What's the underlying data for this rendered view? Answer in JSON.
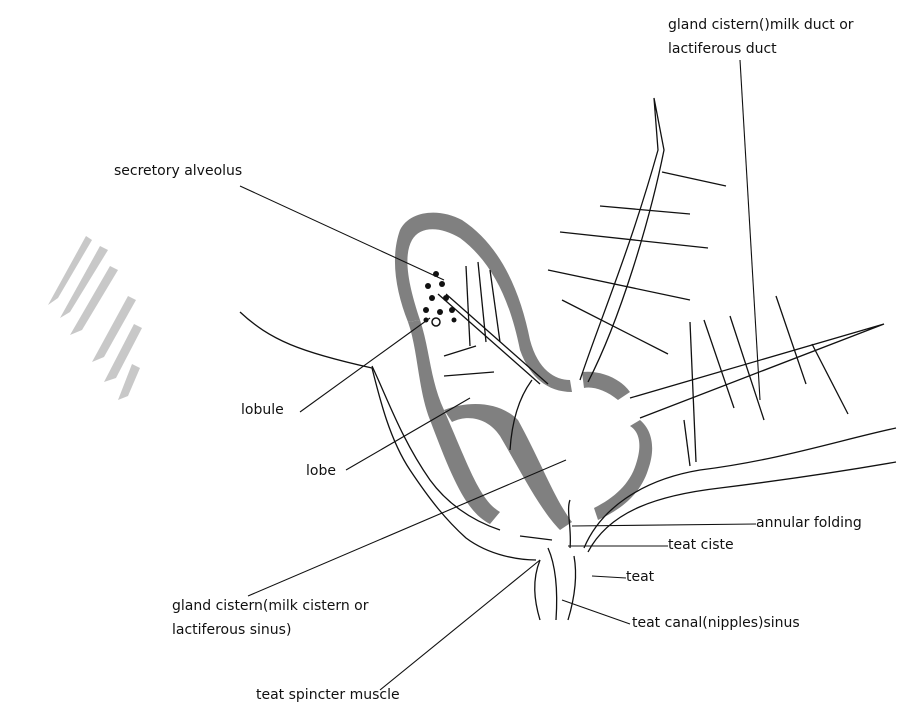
{
  "labels": {
    "gland_cistern_duct_line1": "gland cistern()milk duct or",
    "gland_cistern_duct_line2": "lactiferous duct",
    "secretory_alveolus": "secretory alveolus",
    "lobule": "lobule",
    "lobe": "lobe",
    "annular_folding": "annular folding",
    "teat_cistern": "teat ciste",
    "teat": "teat",
    "teat_canal": "teat canal(nipples)sinus",
    "gland_cistern_sinus_line1": "gland cistern(milk cistern or",
    "gland_cistern_sinus_line2": "lactiferous sinus)",
    "teat_sphincter": "teat spincter muscle"
  },
  "colors": {
    "line": "#111111",
    "tissue": "#808080",
    "watermark": "#c8c8c8"
  }
}
